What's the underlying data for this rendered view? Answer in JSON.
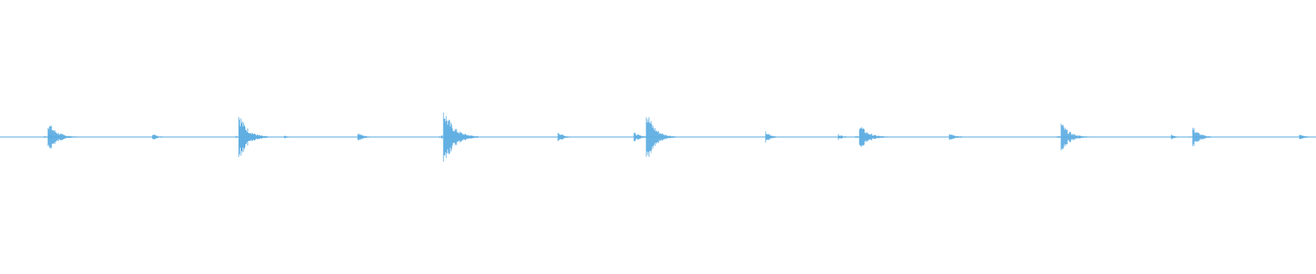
{
  "waveform": {
    "color": "#5dade2",
    "baseline_level": 0,
    "peak_scale": 1.0,
    "peaks": [
      {
        "time": 0.0365,
        "amplitude": 0.12,
        "decay": 0.01
      },
      {
        "time": 0.0365,
        "amplitude": 0.55,
        "decay": 0.01
      },
      {
        "time": 0.1159,
        "amplitude": 0.12,
        "decay": 0.006
      },
      {
        "time": 0.1815,
        "amplitude": 0.85,
        "decay": 0.01
      },
      {
        "time": 0.2161,
        "amplitude": 0.05,
        "decay": 0.004
      },
      {
        "time": 0.2719,
        "amplitude": 0.15,
        "decay": 0.007
      },
      {
        "time": 0.337,
        "amplitude": 1.0,
        "decay": 0.012
      },
      {
        "time": 0.424,
        "amplitude": 0.2,
        "decay": 0.006
      },
      {
        "time": 0.4818,
        "amplitude": 0.15,
        "decay": 0.008
      },
      {
        "time": 0.4911,
        "amplitude": 0.95,
        "decay": 0.01
      },
      {
        "time": 0.5818,
        "amplitude": 0.18,
        "decay": 0.006
      },
      {
        "time": 0.637,
        "amplitude": 0.1,
        "decay": 0.006
      },
      {
        "time": 0.6531,
        "amplitude": 0.45,
        "decay": 0.01
      },
      {
        "time": 0.7214,
        "amplitude": 0.16,
        "decay": 0.007
      },
      {
        "time": 0.8063,
        "amplitude": 0.5,
        "decay": 0.01
      },
      {
        "time": 0.8901,
        "amplitude": 0.12,
        "decay": 0.004
      },
      {
        "time": 0.9063,
        "amplitude": 0.35,
        "decay": 0.008
      },
      {
        "time": 0.9875,
        "amplitude": 0.1,
        "decay": 0.006
      }
    ]
  }
}
